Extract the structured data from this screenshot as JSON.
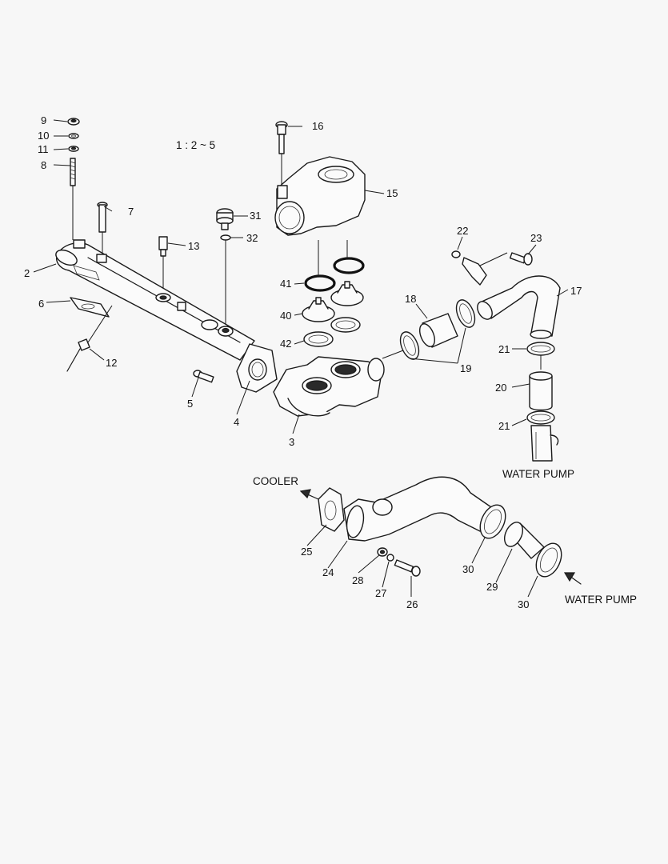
{
  "scale": "1 : 2 ~ 5",
  "destinations": {
    "cooler": "COOLER",
    "water_pump_upper": "WATER PUMP",
    "water_pump_lower": "WATER PUMP"
  },
  "callouts": {
    "p2": "2",
    "p3": "3",
    "p4": "4",
    "p5": "5",
    "p6": "6",
    "p7": "7",
    "p8": "8",
    "p9": "9",
    "p10": "10",
    "p11": "11",
    "p12": "12",
    "p13": "13",
    "p15": "15",
    "p16": "16",
    "p17": "17",
    "p18": "18",
    "p19": "19",
    "p20": "20",
    "p21a": "21",
    "p21b": "21",
    "p22": "22",
    "p23": "23",
    "p24": "24",
    "p25": "25",
    "p26": "26",
    "p27": "27",
    "p28": "28",
    "p29": "29",
    "p30a": "30",
    "p30b": "30",
    "p31": "31",
    "p32": "32",
    "p40": "40",
    "p41": "41",
    "p42": "42"
  }
}
